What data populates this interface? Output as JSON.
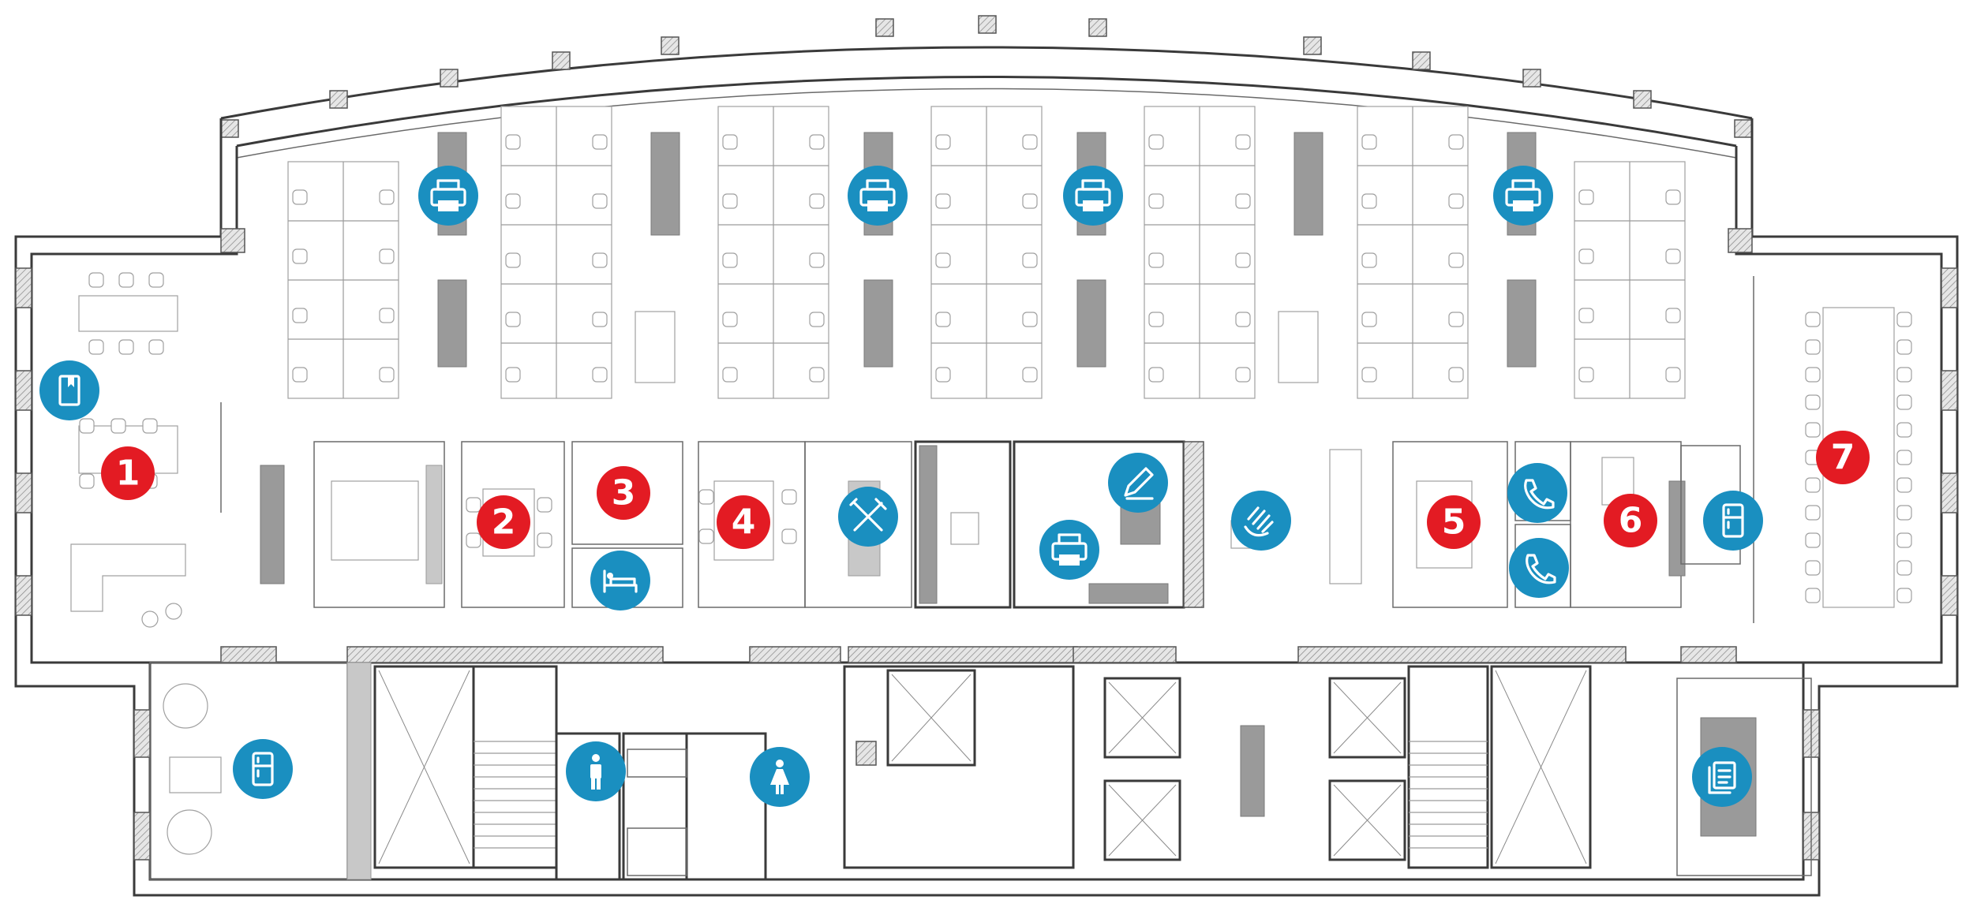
{
  "map": {
    "colors": {
      "numbered_marker": "#e31b23",
      "icon_marker": "#1a8fc0",
      "wall": "#3a3a3a",
      "furniture": "#a0a0a0",
      "core_fill": "#9a9a9a"
    },
    "numbered_rooms": [
      {
        "label": "1"
      },
      {
        "label": "2"
      },
      {
        "label": "3"
      },
      {
        "label": "4"
      },
      {
        "label": "5"
      },
      {
        "label": "6"
      },
      {
        "label": "7"
      }
    ],
    "amenity_icons": [
      "printer-icon",
      "printer-icon",
      "printer-icon",
      "printer-icon",
      "printer-icon",
      "library-book-icon",
      "bed-icon",
      "tools-icon",
      "pen-icon",
      "hand-wash-icon",
      "phone-icon",
      "phone-icon",
      "fridge-icon",
      "fridge-icon",
      "mens-restroom-icon",
      "womens-restroom-icon",
      "documents-icon"
    ]
  }
}
